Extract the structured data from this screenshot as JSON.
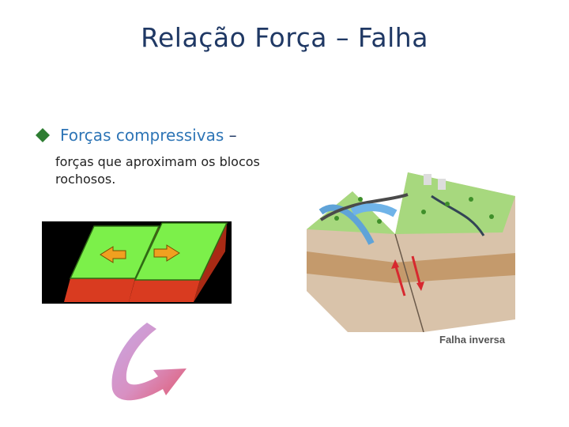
{
  "slide": {
    "title": "Relação Força – Falha"
  },
  "bullet": {
    "term": "Forças compressivas",
    "separator": " –",
    "description": "forças que aproximam os blocos rochosos.",
    "marker_color": "#2e7d32"
  },
  "figure": {
    "caption": "Falha inversa"
  },
  "colors": {
    "title": "#1f3864",
    "term": "#2e75b6",
    "plate_green": "#7cf04a",
    "plate_red": "#d93b20",
    "arrow_orange": "#f0a020"
  }
}
